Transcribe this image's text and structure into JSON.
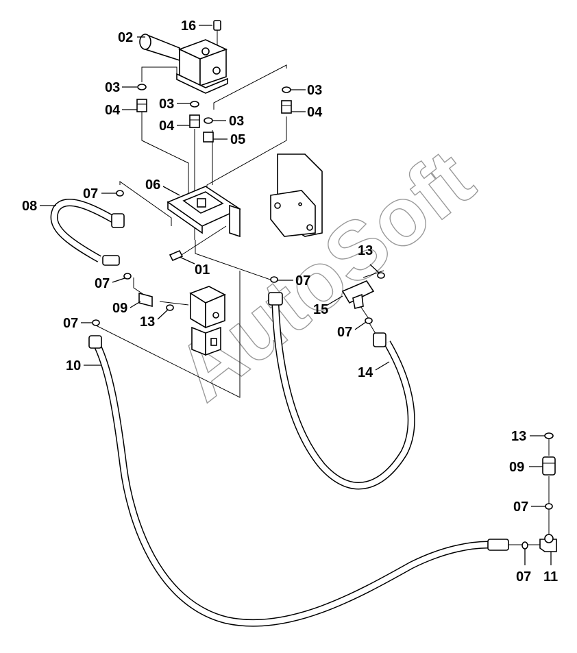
{
  "watermark": "AutoSoft",
  "callouts": {
    "p01": "01",
    "p02": "02",
    "p03a": "03",
    "p03b": "03",
    "p03c": "03",
    "p03d": "03",
    "p04a": "04",
    "p04b": "04",
    "p04c": "04",
    "p05": "05",
    "p06": "06",
    "p07a": "07",
    "p07b": "07",
    "p07c": "07",
    "p07d": "07",
    "p07e": "07",
    "p07f": "07",
    "p07g": "07",
    "p08": "08",
    "p09a": "09",
    "p09b": "09",
    "p10": "10",
    "p11": "11",
    "p13a": "13",
    "p13b": "13",
    "p13c": "13",
    "p14": "14",
    "p15": "15",
    "p16": "16"
  }
}
